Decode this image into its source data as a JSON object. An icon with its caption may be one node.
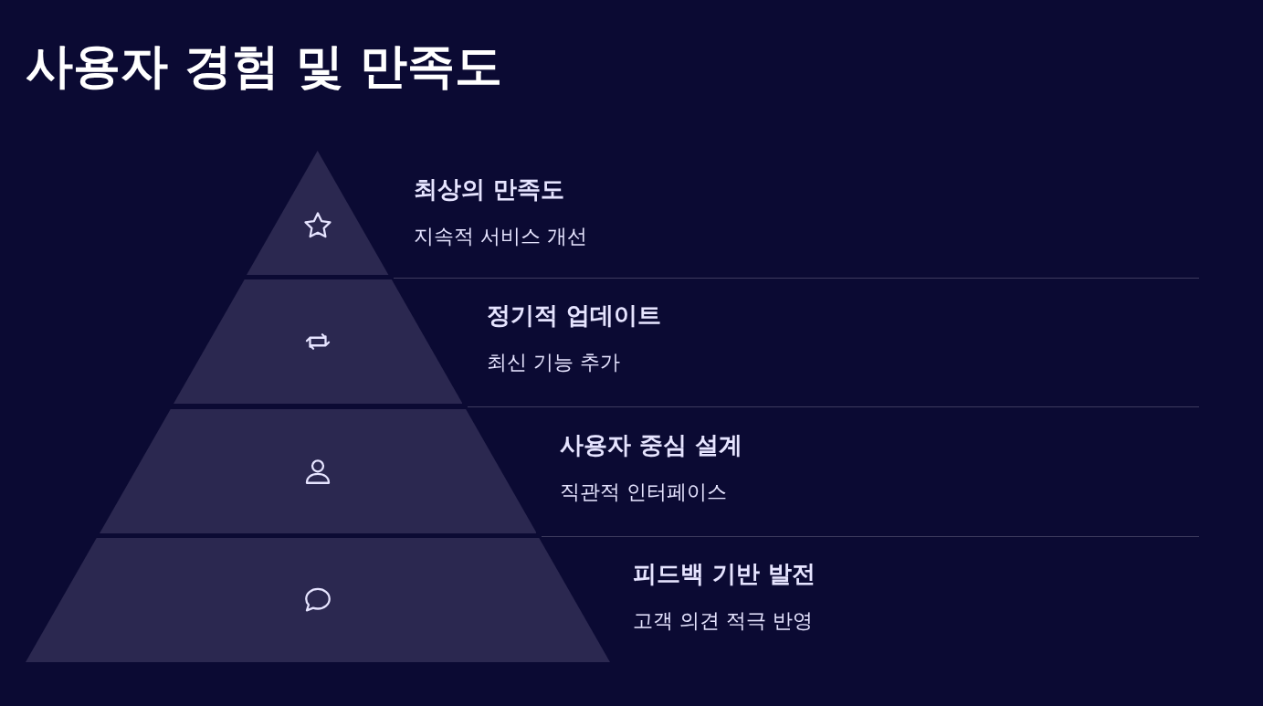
{
  "diagram": {
    "title": "사용자 경험 및 만족도",
    "nodes": [
      {
        "text": [],
        "shape": "trapezoid",
        "beside": [
          "최상의 만족도",
          "지속적 서비스 개선"
        ]
      },
      {
        "text": [],
        "shape": "trapezoid",
        "beside": [
          "정기적 업데이트",
          "최신 기능 추가"
        ]
      },
      {
        "text": [],
        "shape": "trapezoid",
        "beside": [
          "사용자 중심 설계",
          "직관적 인터페이스"
        ]
      },
      {
        "text": [],
        "shape": "trapezoid",
        "beside": [
          "피드백 기반 발전",
          "고객 의견 적극 반영"
        ]
      }
    ],
    "edges": []
  }
}
